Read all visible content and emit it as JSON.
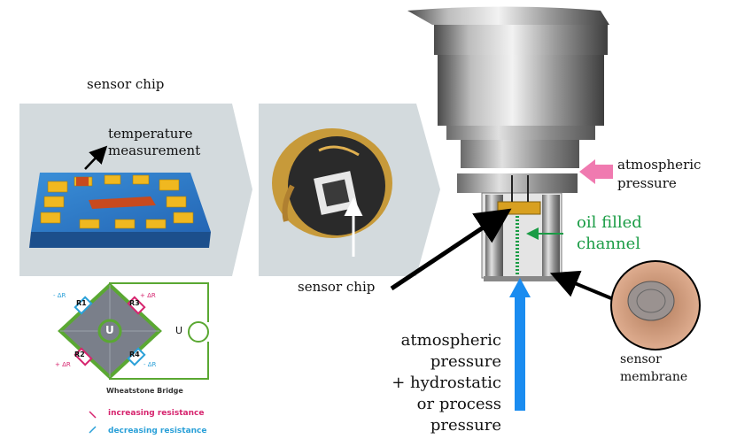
{
  "labels": {
    "sensor_chip_top": "sensor chip",
    "temperature": [
      "temperature",
      "measurement"
    ],
    "sensor_chip_mid": "sensor chip",
    "atmospheric_right": [
      "atmospheric",
      "pressure"
    ],
    "oil": [
      "oil filled",
      "channel"
    ],
    "bottom_pressure": [
      "atmospheric",
      "pressure",
      "+ hydrostatic",
      "or process",
      "pressure"
    ],
    "sensor_membrane": [
      "sensor",
      "membrane"
    ]
  },
  "bridge": {
    "resistors": [
      "R1",
      "R2",
      "R3",
      "R4"
    ],
    "delta_plus": "+ ΔR",
    "delta_minus": "- ΔR",
    "center_voltage": "U",
    "right_voltage": "U",
    "caption": "Wheatstone Bridge"
  },
  "legend": {
    "increasing": "increasing resistance",
    "decreasing": "decreasing resistance",
    "increasing_color": "#d6246e",
    "decreasing_color": "#2aa0d8"
  },
  "colors": {
    "green_channel": "#1a9c45",
    "arrow_blue": "#1a8cf0",
    "arrow_pink": "#f07ab0",
    "bridge_green": "#5aa832"
  }
}
